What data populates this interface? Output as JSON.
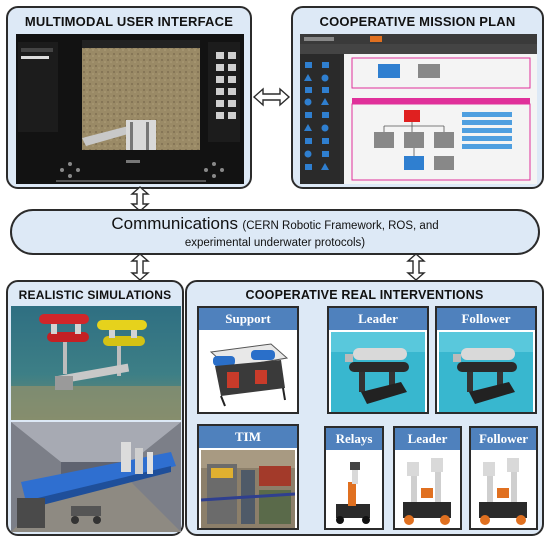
{
  "panels": {
    "ui": {
      "title": "MULTIMODAL USER INTERFACE"
    },
    "mission": {
      "title": "COOPERATIVE MISSION PLAN"
    },
    "sim": {
      "title": "REALISTIC SIMULATIONS"
    },
    "real": {
      "title": "COOPERATIVE REAL INTERVENTIONS"
    }
  },
  "communications": {
    "main": "Communications",
    "detail_line1": "(CERN Robotic Framework, ROS, and",
    "detail_line2": "experimental underwater protocols)"
  },
  "interventions": {
    "support": "Support",
    "leader_top": "Leader",
    "follower_top": "Follower",
    "tim": "TIM",
    "relays": "Relays",
    "leader_bottom": "Leader",
    "follower_bottom": "Follower"
  },
  "colors": {
    "panel_fill": "#dde9f6",
    "header_blue": "#4f81bd",
    "border": "#2b2b2b"
  }
}
